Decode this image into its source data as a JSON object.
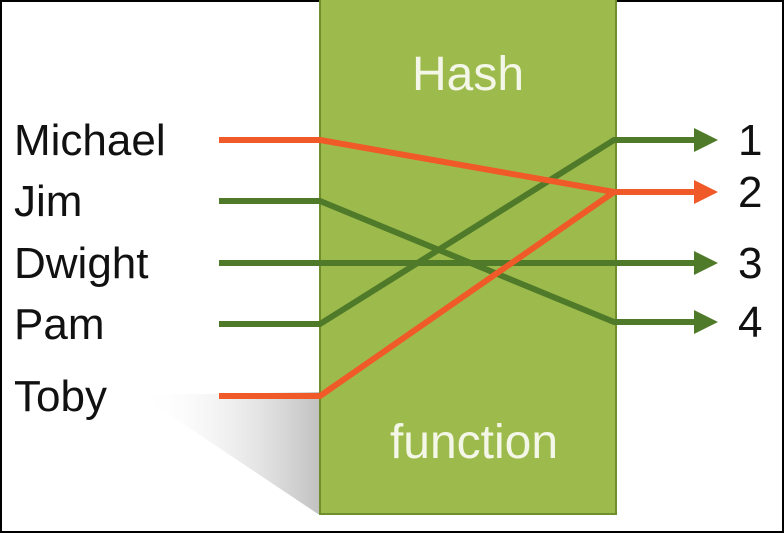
{
  "diagram": {
    "box": {
      "title_top": "Hash",
      "title_bottom": "function",
      "fill": "#9dbb4c",
      "stroke": "#6f8f2a"
    },
    "inputs": [
      "Michael",
      "Jim",
      "Dwight",
      "Pam",
      "Toby"
    ],
    "outputs": [
      "1",
      "2",
      "3",
      "4"
    ],
    "mappings": [
      {
        "from": "Michael",
        "to": "2",
        "collision": true
      },
      {
        "from": "Jim",
        "to": "4",
        "collision": false
      },
      {
        "from": "Dwight",
        "to": "3",
        "collision": false
      },
      {
        "from": "Pam",
        "to": "1",
        "collision": false
      },
      {
        "from": "Toby",
        "to": "2",
        "collision": true
      }
    ],
    "colors": {
      "normal_line": "#4f7a2a",
      "collision_line": "#f05a28",
      "background": "#ffffff",
      "frame": "#000000"
    }
  }
}
